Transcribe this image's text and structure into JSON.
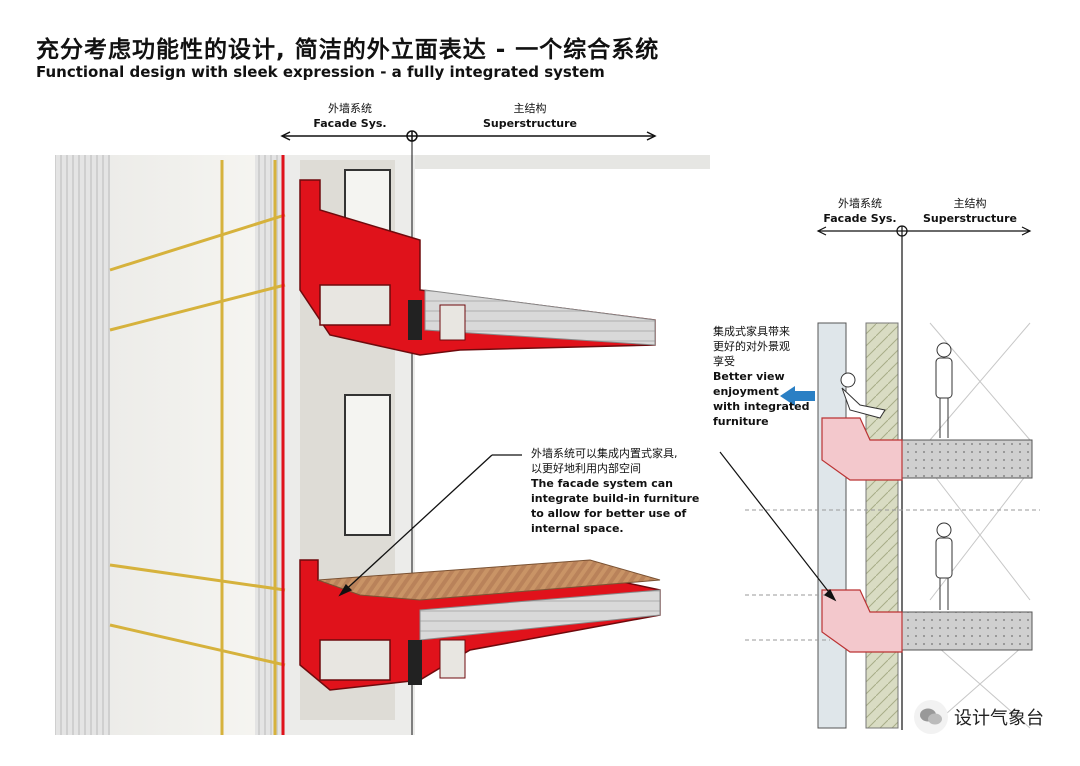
{
  "title": {
    "cn": "充分考虑功能性的设计, 简洁的外立面表达 - 一个综合系统",
    "en": "Functional design with sleek expression - a fully integrated system"
  },
  "main_diagram": {
    "facade_label_cn": "外墙系统",
    "facade_label_en": "Facade Sys.",
    "structure_label_cn": "主结构",
    "structure_label_en": "Superstructure",
    "callout_cn_1": "外墙系统可以集成内置式家具,",
    "callout_cn_2": "以更好地利用内部空间",
    "callout_en_1": "The facade system can",
    "callout_en_2": "integrate build-in furniture",
    "callout_en_3": "to allow for better use of",
    "callout_en_4": "internal space."
  },
  "section_diagram": {
    "facade_label_cn": "外墙系统",
    "facade_label_en": "Facade Sys.",
    "structure_label_cn": "主结构",
    "structure_label_en": "Superstructure",
    "note_cn_1": "集成式家具带来",
    "note_cn_2": "更好的对外景观",
    "note_cn_3": "享受",
    "note_en_1": "Better view",
    "note_en_2": "enjoyment",
    "note_en_3": "with integrated",
    "note_en_4": "furniture"
  },
  "watermark": {
    "text": "设计气象台",
    "icon": "wechat-icon"
  },
  "colors": {
    "slab_red": "#e0121b",
    "arrow_blue": "#2a7fc4",
    "frame_gold": "#d6b23c"
  }
}
